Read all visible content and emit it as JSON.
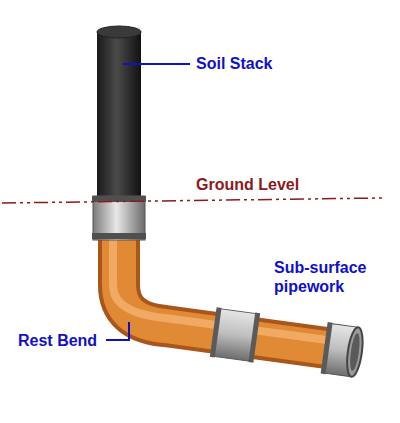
{
  "diagram": {
    "labels": [
      "Soil Stack",
      "Ground Level",
      "Sub-surface pipework",
      "Rest Bend"
    ]
  }
}
